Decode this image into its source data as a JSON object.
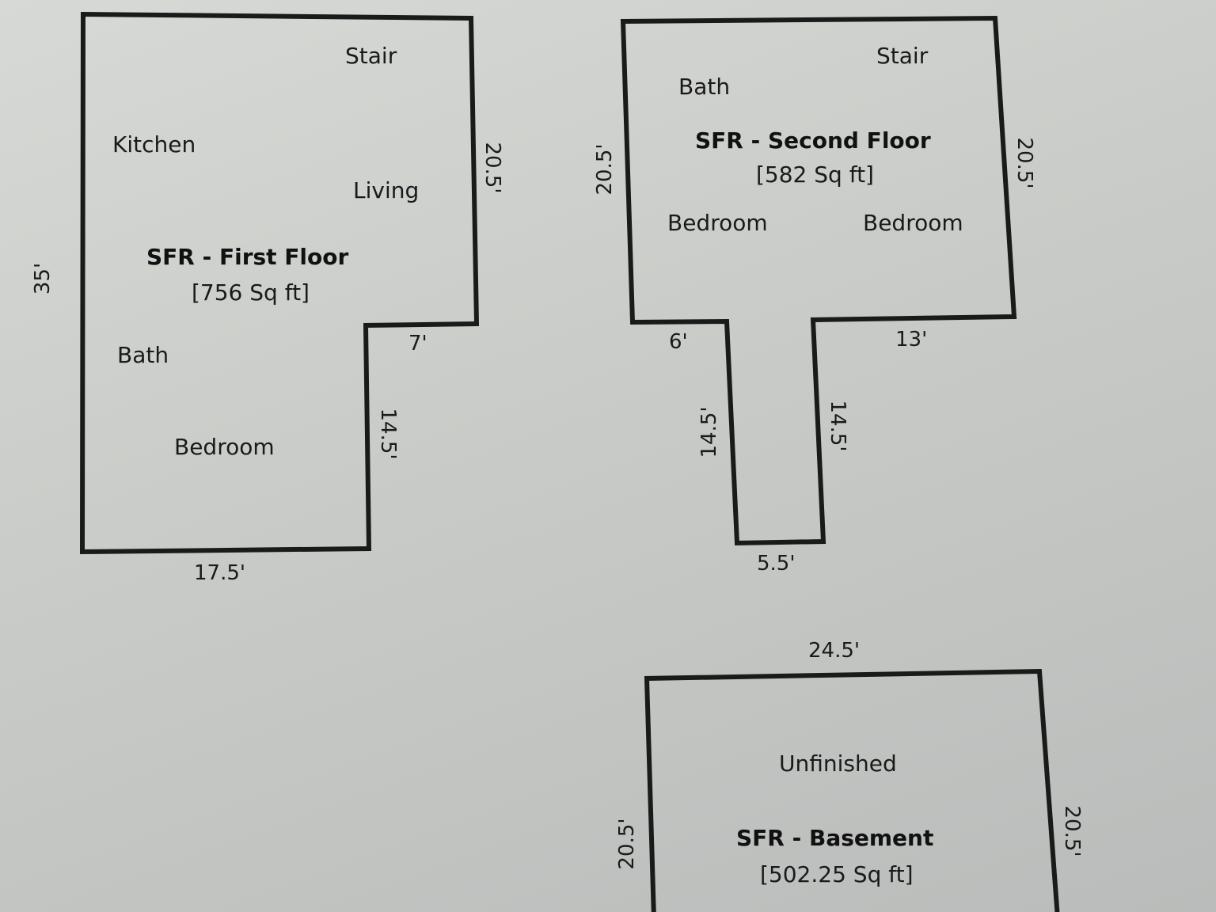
{
  "first_floor": {
    "title": "SFR - First Floor",
    "area": "[756 Sq ft]",
    "rooms": {
      "stair": "Stair",
      "kitchen": "Kitchen",
      "living": "Living",
      "bath": "Bath",
      "bedroom": "Bedroom"
    },
    "dims": {
      "left": "35'",
      "right_upper": "20.5'",
      "notch": "7'",
      "right_lower": "14.5'",
      "bottom": "17.5'"
    }
  },
  "second_floor": {
    "title": "SFR - Second Floor",
    "area": "[582 Sq ft]",
    "rooms": {
      "stair": "Stair",
      "bath": "Bath",
      "bedroom_left": "Bedroom",
      "bedroom_right": "Bedroom"
    },
    "dims": {
      "left": "20.5'",
      "right": "20.5'",
      "left_step": "6'",
      "right_step": "13'",
      "stem_left": "14.5'",
      "stem_right": "14.5'",
      "stem_bottom": "5.5'"
    }
  },
  "basement": {
    "title": "SFR - Basement",
    "area": "[502.25 Sq ft]",
    "rooms": {
      "main": "Unfinished"
    },
    "dims": {
      "top": "24.5'",
      "left": "20.5'",
      "right": "20.5'"
    }
  }
}
